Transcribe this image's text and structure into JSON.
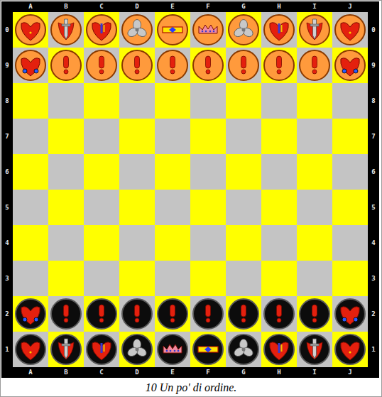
{
  "diagram": {
    "caption": "10 Un po' di ordine.",
    "labels": [
      "A",
      "B",
      "C",
      "D",
      "E",
      "F",
      "G",
      "H",
      "I",
      "J",
      "A",
      "B",
      "C",
      "D",
      "E",
      "F",
      "G",
      "H",
      "I",
      "J",
      "0",
      "9",
      "8",
      "7",
      "6",
      "5",
      "4",
      "3",
      "2",
      "1",
      "0",
      "9",
      "8",
      "7",
      "6",
      "5",
      "4",
      "3",
      "2",
      "1"
    ]
  }
}
